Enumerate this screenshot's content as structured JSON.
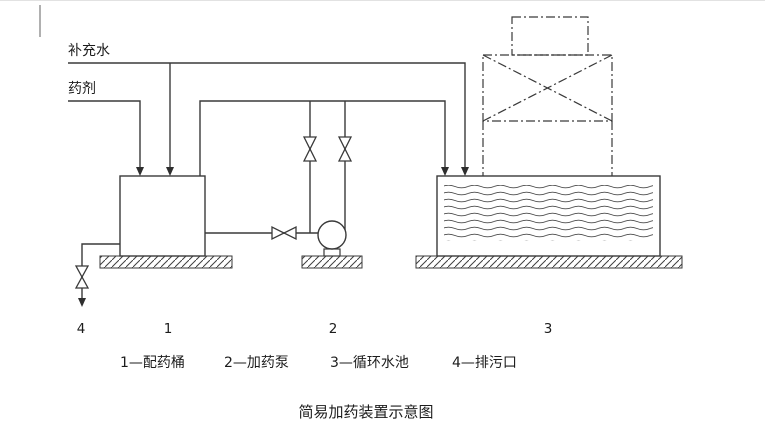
{
  "diagram": {
    "labels": {
      "makeup_water": "补充水",
      "chemical": "药剂"
    },
    "part_numbers": {
      "tank": "1",
      "pump": "2",
      "pool": "3",
      "drain": "4"
    },
    "legend": [
      "1—配药桶",
      "2—加药泵",
      "3—循环水池",
      "4—排污口"
    ],
    "caption": "简易加药装置示意图",
    "colors": {
      "line": "#3a3a3a",
      "text": "#1c1c1c",
      "background": "#ffffff"
    }
  }
}
